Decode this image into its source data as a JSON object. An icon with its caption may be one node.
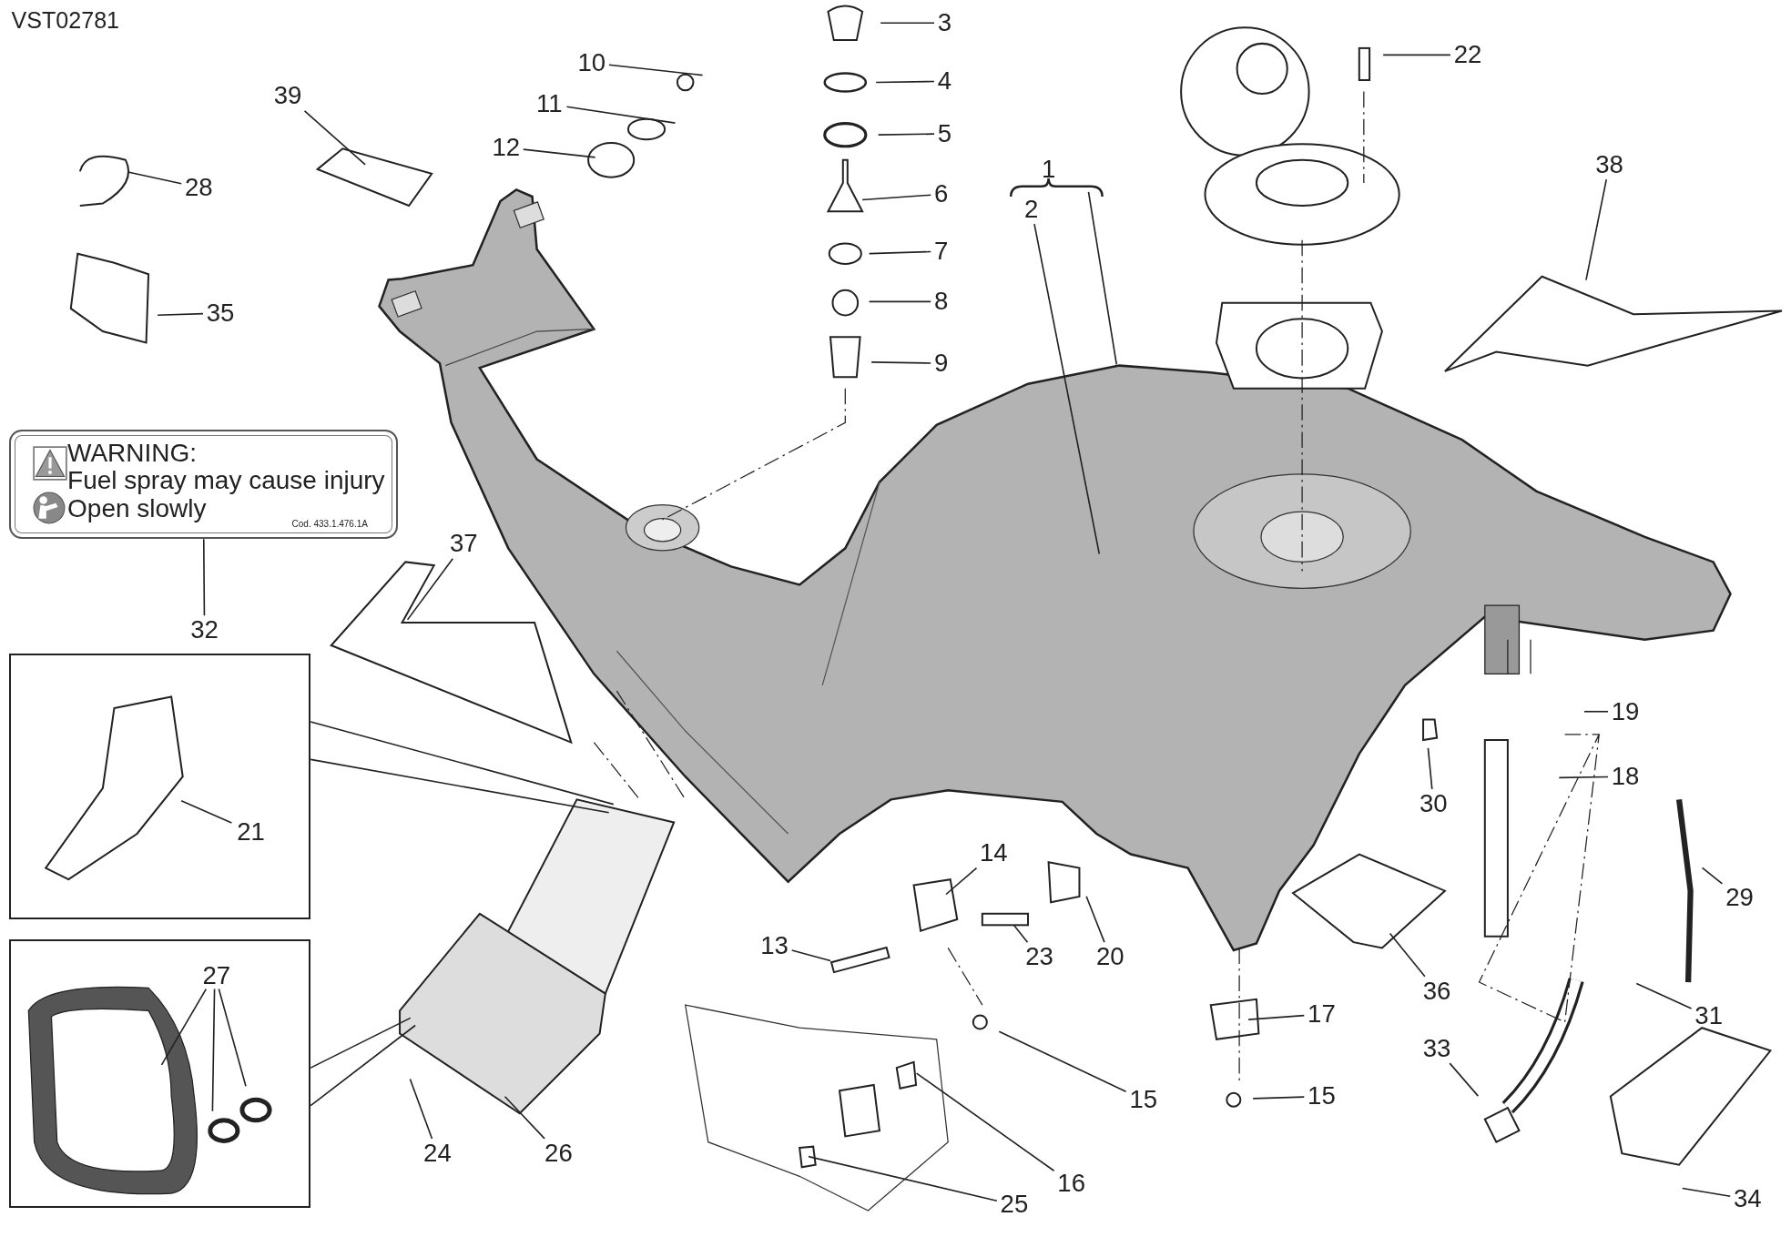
{
  "diagram": {
    "nodes": [
      {
        "text": [],
        "shape": "box"
      },
      {
        "text": [],
        "shape": "box"
      },
      {
        "text": [
          "WARNING:",
          "Fuel spray may cause injury",
          "Open slowly",
          "Cod. 433.1.476.1A"
        ]
      },
      {
        "text": [
          "1"
        ]
      },
      {
        "text": [
          "2"
        ]
      },
      {
        "text": [
          "3"
        ]
      },
      {
        "text": [
          "4"
        ]
      },
      {
        "text": [
          "5"
        ]
      },
      {
        "text": [
          "6"
        ]
      },
      {
        "text": [
          "7"
        ]
      },
      {
        "text": [
          "8"
        ]
      },
      {
        "text": [
          "9"
        ]
      },
      {
        "text": [
          "10"
        ]
      },
      {
        "text": [
          "11"
        ]
      },
      {
        "text": [
          "12"
        ]
      },
      {
        "text": [
          "13"
        ]
      },
      {
        "text": [
          "14"
        ]
      },
      {
        "text": [
          "15"
        ]
      },
      {
        "text": [
          "15"
        ]
      },
      {
        "text": [
          "16"
        ]
      },
      {
        "text": [
          "17"
        ]
      },
      {
        "text": [
          "18"
        ]
      },
      {
        "text": [
          "19"
        ]
      },
      {
        "text": [
          "20"
        ]
      },
      {
        "text": [
          "21"
        ],
        "in": 0
      },
      {
        "text": [
          "22"
        ]
      },
      {
        "text": [
          "23"
        ]
      },
      {
        "text": [
          "24"
        ]
      },
      {
        "text": [
          "25"
        ]
      },
      {
        "text": [
          "26"
        ]
      },
      {
        "text": [
          "27"
        ],
        "in": 1
      },
      {
        "text": [
          "28"
        ]
      },
      {
        "text": [
          "29"
        ]
      },
      {
        "text": [
          "30"
        ]
      },
      {
        "text": [
          "31"
        ]
      },
      {
        "text": [
          "32"
        ]
      },
      {
        "text": [
          "33"
        ]
      },
      {
        "text": [
          "34"
        ]
      },
      {
        "text": [
          "35"
        ]
      },
      {
        "text": [
          "36"
        ]
      },
      {
        "text": [
          "37"
        ]
      },
      {
        "text": [
          "38"
        ]
      },
      {
        "text": [
          "39"
        ]
      }
    ],
    "edges": [
      {
        "from": 0,
        "to": null,
        "arrow": "none"
      },
      {
        "from": 0,
        "to": null,
        "arrow": "none"
      },
      {
        "from": 1,
        "to": null,
        "arrow": "none"
      },
      {
        "from": 1,
        "to": null,
        "arrow": "none"
      },
      {
        "from": 3,
        "to": null,
        "arrow": "none"
      },
      {
        "from": 4,
        "to": null,
        "arrow": "none"
      },
      {
        "from": 5,
        "to": null,
        "arrow": "none"
      },
      {
        "from": 6,
        "to": null,
        "arrow": "none"
      },
      {
        "from": 7,
        "to": null,
        "arrow": "none"
      },
      {
        "from": 8,
        "to": null,
        "arrow": "none"
      },
      {
        "from": 9,
        "to": null,
        "arrow": "none"
      },
      {
        "from": 10,
        "to": null,
        "arrow": "none"
      },
      {
        "from": 11,
        "to": null,
        "arrow": "none"
      },
      {
        "from": 12,
        "to": null,
        "arrow": "none"
      },
      {
        "from": 13,
        "to": null,
        "arrow": "none"
      },
      {
        "from": 14,
        "to": null,
        "arrow": "none"
      },
      {
        "from": 15,
        "to": null,
        "arrow": "none"
      },
      {
        "from": 16,
        "to": null,
        "arrow": "none"
      },
      {
        "from": 17,
        "to": null,
        "arrow": "none"
      },
      {
        "from": 18,
        "to": null,
        "arrow": "none"
      },
      {
        "from": 19,
        "to": null,
        "arrow": "none"
      },
      {
        "from": 20,
        "to": null,
        "arrow": "none"
      },
      {
        "from": 21,
        "to": null,
        "arrow": "none"
      },
      {
        "from": 22,
        "to": null,
        "arrow": "none"
      },
      {
        "from": 23,
        "to": null,
        "arrow": "none"
      },
      {
        "from": 24,
        "to": null,
        "arrow": "none"
      },
      {
        "from": 25,
        "to": null,
        "arrow": "none"
      },
      {
        "from": 26,
        "to": null,
        "arrow": "none"
      },
      {
        "from": 27,
        "to": null,
        "arrow": "none"
      },
      {
        "from": 28,
        "to": null,
        "arrow": "none"
      },
      {
        "from": 29,
        "to": null,
        "arrow": "none"
      },
      {
        "from": 30,
        "to": null,
        "arrow": "none"
      },
      {
        "from": 30,
        "to": null,
        "arrow": "none"
      },
      {
        "from": 30,
        "to": null,
        "arrow": "none"
      },
      {
        "from": 31,
        "to": null,
        "arrow": "none"
      },
      {
        "from": 32,
        "to": null,
        "arrow": "none"
      },
      {
        "from": 33,
        "to": null,
        "arrow": "none"
      },
      {
        "from": 34,
        "to": null,
        "arrow": "none"
      },
      {
        "from": 35,
        "to": 2,
        "arrow": "none"
      },
      {
        "from": 36,
        "to": null,
        "arrow": "none"
      },
      {
        "from": 37,
        "to": null,
        "arrow": "none"
      },
      {
        "from": 38,
        "to": null,
        "arrow": "none"
      },
      {
        "from": 39,
        "to": null,
        "arrow": "none"
      },
      {
        "from": 40,
        "to": null,
        "arrow": "none"
      },
      {
        "from": 41,
        "to": null,
        "arrow": "none"
      },
      {
        "from": 42,
        "to": null,
        "arrow": "none"
      }
    ],
    "labels": [
      "VST02781"
    ]
  }
}
